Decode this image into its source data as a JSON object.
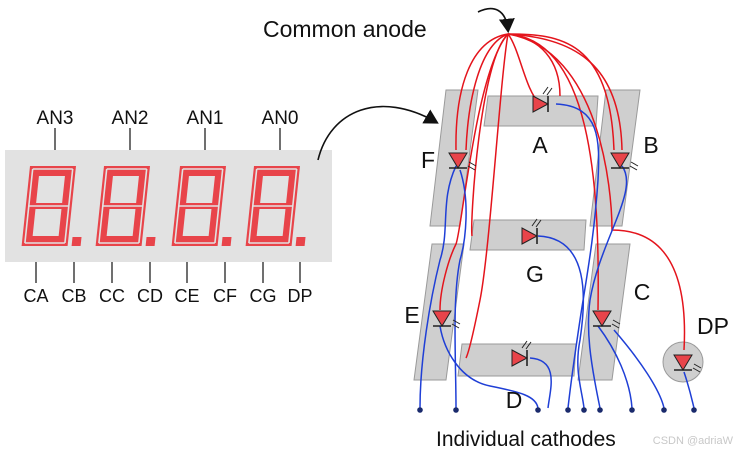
{
  "title": "Common anode",
  "footer": "Individual cathodes",
  "watermark": "CSDN @adriaW",
  "display": {
    "anodes": [
      "AN3",
      "AN2",
      "AN1",
      "AN0"
    ],
    "cathodes": [
      "CA",
      "CB",
      "CC",
      "CD",
      "CE",
      "CF",
      "CG",
      "DP"
    ],
    "digit_color": "#e8444a",
    "panel_color": "#e2e2e2"
  },
  "segments": {
    "A": "A",
    "B": "B",
    "C": "C",
    "D": "D",
    "E": "E",
    "F": "F",
    "G": "G",
    "DP": "DP"
  },
  "colors": {
    "anode_wire": "#e4141c",
    "cathode_wire": "#1f3fd6",
    "led": "#e8444a",
    "segment_plate": "#cfcfcf",
    "pin": "#1a2a6c"
  }
}
